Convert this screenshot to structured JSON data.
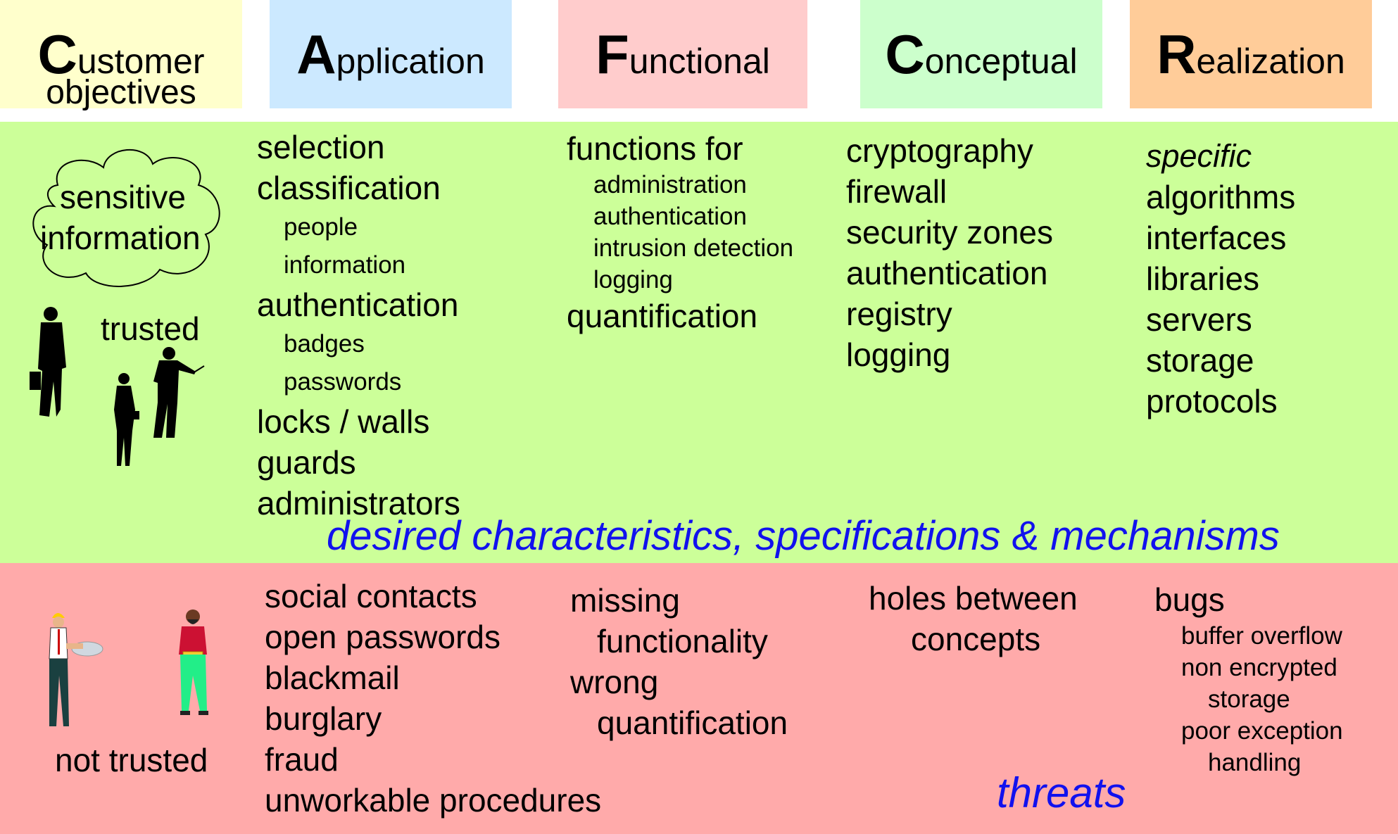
{
  "headers": {
    "customer": {
      "initial": "C",
      "rest": "ustomer",
      "sub": "objectives"
    },
    "application": {
      "initial": "A",
      "rest": "pplication"
    },
    "functional": {
      "initial": "F",
      "rest": "unctional"
    },
    "conceptual": {
      "initial": "C",
      "rest": "onceptual"
    },
    "realization": {
      "initial": "R",
      "rest": "ealization"
    }
  },
  "desired": {
    "cloud_line1": "sensitive",
    "cloud_line2": "information",
    "trusted": "trusted",
    "application": [
      {
        "text": "selection",
        "level": 1
      },
      {
        "text": "classification",
        "level": 1
      },
      {
        "text": "people",
        "level": 2
      },
      {
        "text": "information",
        "level": 2
      },
      {
        "text": "authentication",
        "level": 1
      },
      {
        "text": "badges",
        "level": 2
      },
      {
        "text": "passwords",
        "level": 2
      },
      {
        "text": "locks / walls",
        "level": 1
      },
      {
        "text": "guards",
        "level": 1
      },
      {
        "text": "administrators",
        "level": 1
      }
    ],
    "functional": [
      {
        "text": "functions for",
        "level": 1
      },
      {
        "text": "administration",
        "level": 2
      },
      {
        "text": "authentication",
        "level": 2
      },
      {
        "text": "intrusion detection",
        "level": 2
      },
      {
        "text": "logging",
        "level": 2
      },
      {
        "text": "quantification",
        "level": 1
      }
    ],
    "conceptual": [
      "cryptography",
      "firewall",
      "security zones",
      "authentication",
      "registry",
      "logging"
    ],
    "realization_italic": "specific",
    "realization": [
      "algorithms",
      "interfaces",
      "libraries",
      "servers",
      "storage",
      "protocols"
    ],
    "caption": "desired characteristics, specifications & mechanisms"
  },
  "threats": {
    "not_trusted": "not trusted",
    "application": [
      "social contacts",
      "open passwords",
      "blackmail",
      "burglary",
      "fraud",
      "unworkable procedures"
    ],
    "functional": [
      {
        "text": "missing",
        "level": 1
      },
      {
        "text": "functionality",
        "level": 2
      },
      {
        "text": "wrong",
        "level": 1
      },
      {
        "text": "quantification",
        "level": 2
      }
    ],
    "conceptual": [
      "holes between",
      "concepts"
    ],
    "realization": [
      {
        "text": "bugs",
        "level": 1
      },
      {
        "text": "buffer overflow",
        "level": 2
      },
      {
        "text": "non encrypted",
        "level": 2
      },
      {
        "text": "storage",
        "level": 3
      },
      {
        "text": "poor exception",
        "level": 2
      },
      {
        "text": "handling",
        "level": 3
      }
    ],
    "caption": "threats"
  },
  "colors": {
    "customer": "#ffffcc",
    "application": "#cce9ff",
    "functional": "#ffcccc",
    "conceptual": "#ccffcc",
    "realization": "#ffcc99",
    "desired_band": "#ccff99",
    "threat_band": "#ffaaaa",
    "caption": "#1111ee"
  }
}
